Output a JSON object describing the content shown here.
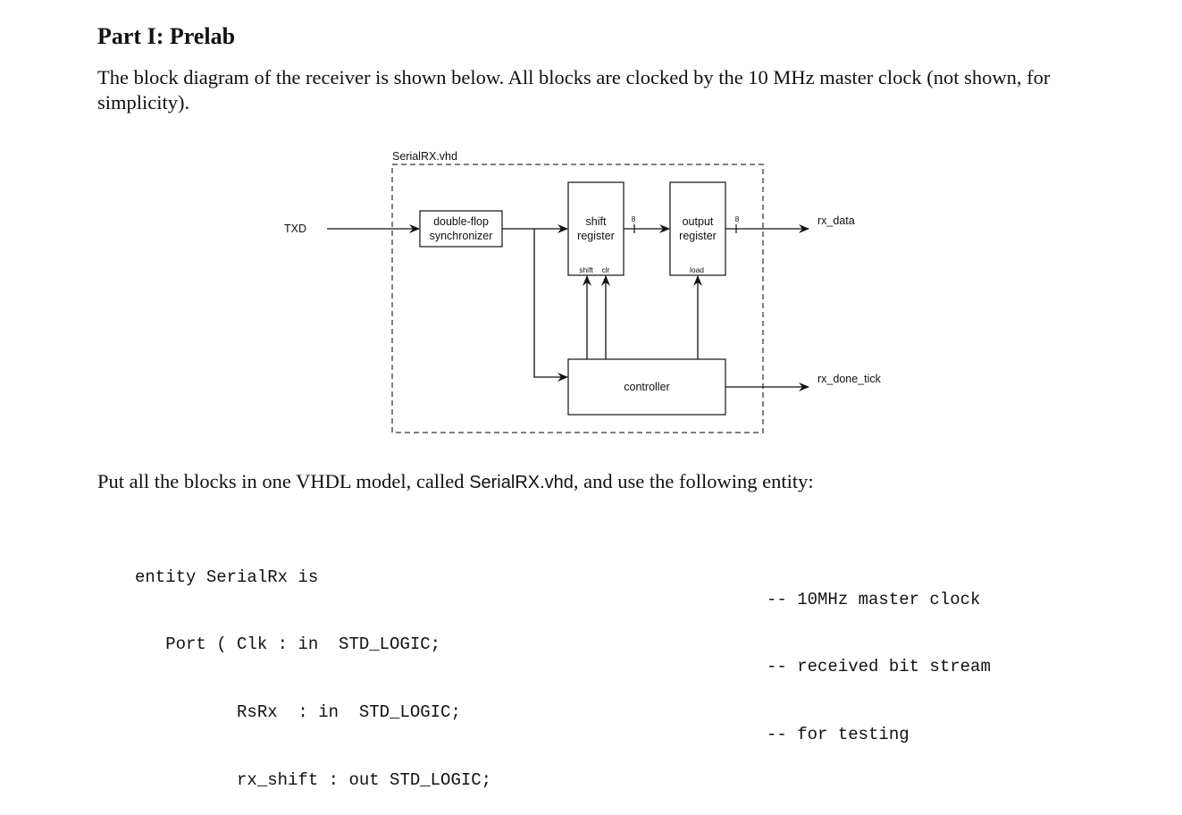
{
  "heading": "Part I:  Prelab",
  "intro_paragraph": "The block diagram of the receiver is shown below.  All blocks are clocked by the 10 MHz master clock (not shown, for simplicity).",
  "diagram": {
    "module_label": "SerialRX.vhd",
    "input_label": "TXD",
    "blocks": {
      "synchronizer": [
        "double-flop",
        "synchronizer"
      ],
      "shift_register": [
        "shift",
        "register"
      ],
      "shift_register_ports": [
        "shift",
        "clr"
      ],
      "output_register": [
        "output",
        "register"
      ],
      "output_register_port": "load",
      "controller": "controller"
    },
    "bus_widths": [
      "8",
      "8"
    ],
    "outputs": [
      "rx_data",
      "rx_done_tick"
    ]
  },
  "instruction": {
    "before": "Put all the blocks in one VHDL model, called ",
    "filename": "SerialRX.vhd",
    "after": ", and use the following entity:"
  },
  "code": {
    "lines": [
      "entity SerialRx is",
      "   Port ( Clk : in  STD_LOGIC;",
      "          RsRx  : in  STD_LOGIC;",
      "          rx_shift : out STD_LOGIC;"
    ],
    "comments": [
      "-- 10MHz master clock",
      "-- received bit stream",
      "-- for testing"
    ]
  }
}
